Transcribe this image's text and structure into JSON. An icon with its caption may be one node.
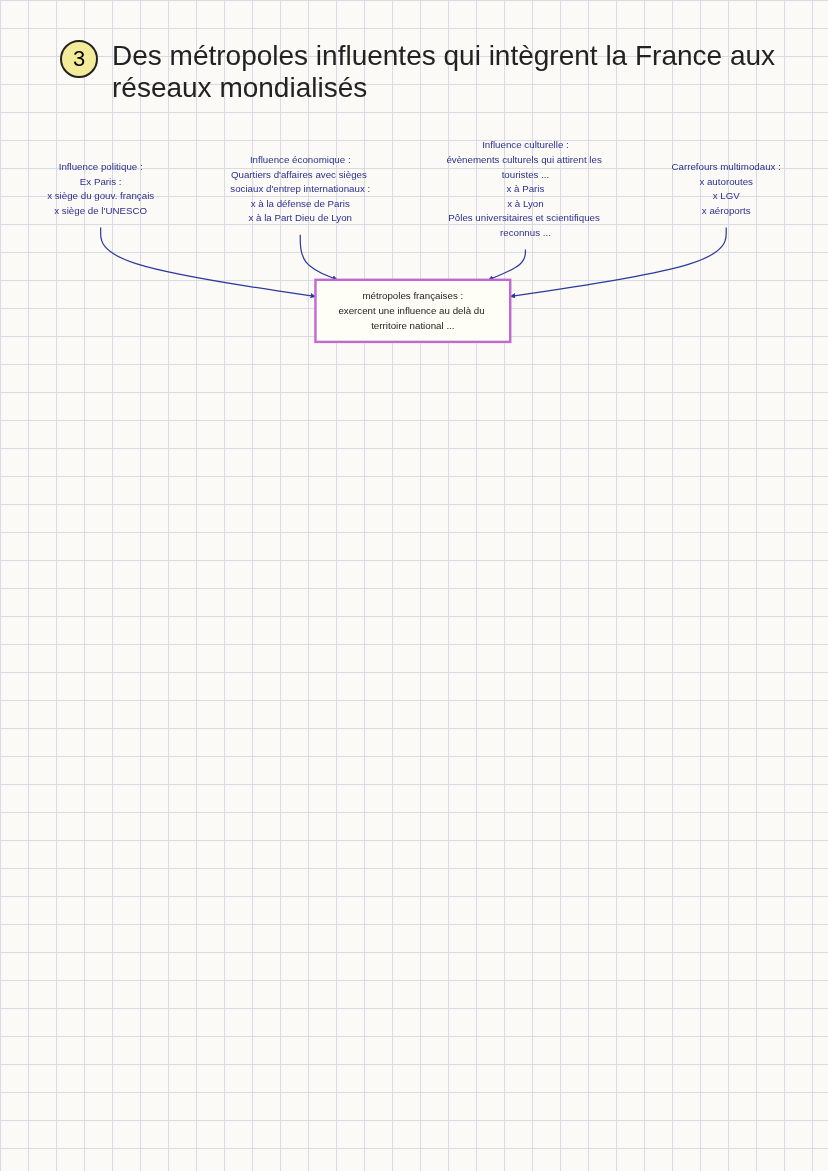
{
  "diagram": {
    "title": "Des métropoles influentes qui intègrent la France aux réseaux mondialisés",
    "nodes": [
      {
        "text": [
          "Influence politique :",
          "Ex Paris :",
          "x siège du gouv. français",
          "x siège de l'UNESCO"
        ]
      },
      {
        "text": [
          "Influence économique :",
          "Quartiers d'affaires avec sièges sociaux d'entrep internationaux :",
          "x à la défense de Paris",
          "x à la Part Dieu de Lyon"
        ]
      },
      {
        "text": [
          "métropoles françaises :",
          "exercent une influence au delà du territoire national ..."
        ]
      },
      {
        "text": [
          "Influence culturelle :",
          "évènements culturels qui attirent les touristes ...",
          "x à Paris",
          "x à Lyon",
          "Pôles universitaires et scientifiques reconnus ..."
        ]
      },
      {
        "text": [
          "Carrefours multimodaux :",
          "x autoroutes",
          "x LGV",
          "x aéroports"
        ]
      }
    ],
    "edges": [
      {
        "from": 0,
        "to": 2,
        "arrow": "to"
      },
      {
        "from": 1,
        "to": 2,
        "arrow": "to"
      },
      {
        "from": 3,
        "to": 2,
        "arrow": "to"
      },
      {
        "from": 4,
        "to": 2,
        "arrow": "to"
      }
    ],
    "labels": [
      "3"
    ]
  }
}
